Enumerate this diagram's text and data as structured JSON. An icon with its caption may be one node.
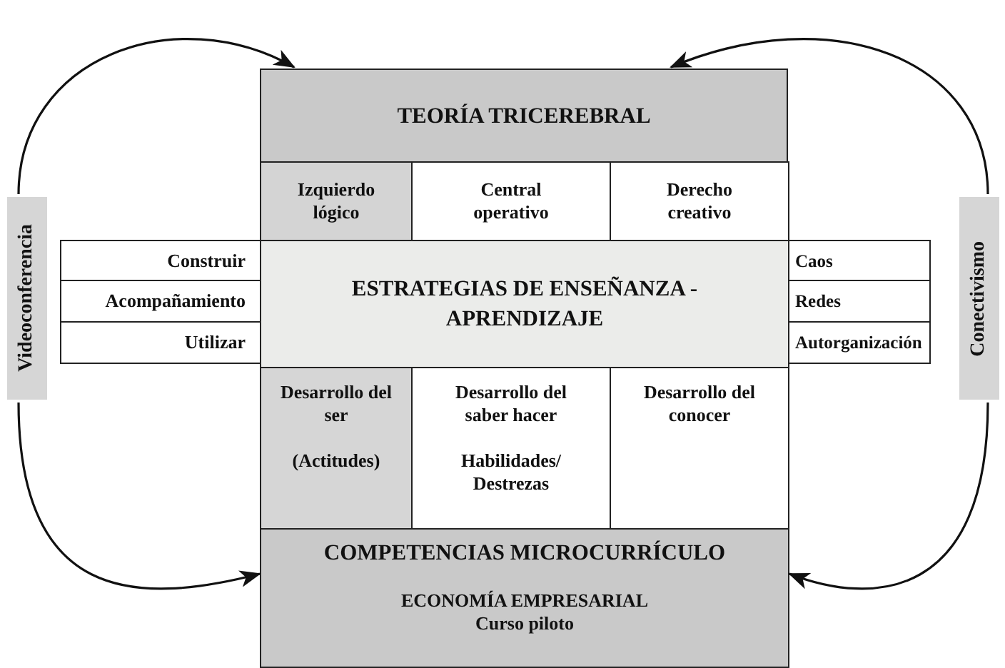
{
  "diagram": {
    "nodes": [
      {
        "text": [
          "Videoconferencia"
        ]
      },
      {
        "text": [
          "Conectivismo"
        ]
      },
      {
        "text": [
          "TEORÍA TRICEREBRAL"
        ]
      },
      {
        "text": [
          "Izquierdo lógico"
        ]
      },
      {
        "text": [
          "Central operativo"
        ]
      },
      {
        "text": [
          "Derecho creativo"
        ]
      },
      {
        "text": [
          "Construir"
        ]
      },
      {
        "text": [
          "Acompañamiento"
        ]
      },
      {
        "text": [
          "Utilizar"
        ]
      },
      {
        "text": [
          "ESTRATEGIAS DE ENSEÑANZA - APRENDIZAJE"
        ]
      },
      {
        "text": [
          "Caos"
        ]
      },
      {
        "text": [
          "Redes"
        ]
      },
      {
        "text": [
          "Autorganización"
        ]
      },
      {
        "text": [
          "Desarrollo del ser",
          "(Actitudes)"
        ]
      },
      {
        "text": [
          "Desarrollo del saber hacer",
          "Habilidades/ Destrezas"
        ]
      },
      {
        "text": [
          "Desarrollo del conocer"
        ]
      },
      {
        "text": [
          "COMPETENCIAS MICROCURRÍCULO",
          "ECONOMÍA EMPRESARIAL",
          "Curso piloto"
        ]
      }
    ],
    "edges": [
      {
        "from": 0,
        "to": 2,
        "arrow": "to"
      },
      {
        "from": 0,
        "to": 16,
        "arrow": "to"
      },
      {
        "from": 1,
        "to": 2,
        "arrow": "to"
      },
      {
        "from": 1,
        "to": 16,
        "arrow": "to"
      }
    ]
  }
}
